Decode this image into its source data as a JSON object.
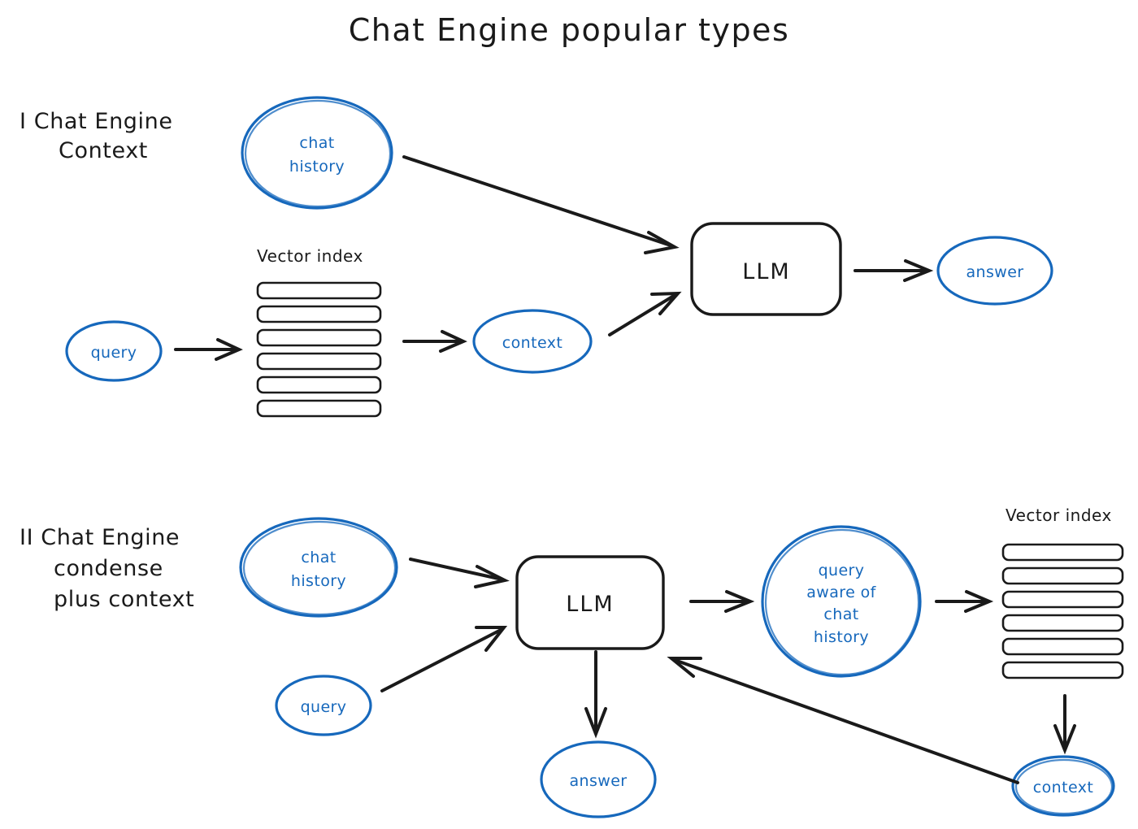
{
  "page": {
    "title": "Chat Engine popular types",
    "background_color": "#ffffff",
    "accent_blue": "#1668bc",
    "ink_black": "#1a1a1a"
  },
  "sections": [
    {
      "id": "section-1",
      "label_lines": [
        "I Chat Engine",
        "Context"
      ],
      "nodes": {
        "chat_history": "chat history",
        "chat_history_line1": "chat",
        "chat_history_line2": "history",
        "vector_index_caption": "Vector index",
        "vector_index_bar_count": 6,
        "query": "query",
        "context": "context",
        "llm": "LLM",
        "answer": "answer"
      },
      "edges": [
        {
          "from": "chat history",
          "to": "LLM"
        },
        {
          "from": "query",
          "to": "Vector index"
        },
        {
          "from": "Vector index",
          "to": "context"
        },
        {
          "from": "context",
          "to": "LLM"
        },
        {
          "from": "LLM",
          "to": "answer"
        }
      ]
    },
    {
      "id": "section-2",
      "label_lines": [
        "II Chat Engine",
        "condense",
        "plus context"
      ],
      "nodes": {
        "chat_history": "chat history",
        "chat_history_line1": "chat",
        "chat_history_line2": "history",
        "query": "query",
        "llm": "LLM",
        "answer": "answer",
        "query_aware_lines": [
          "query",
          "aware of",
          "chat",
          "history"
        ],
        "vector_index_caption": "Vector index",
        "vector_index_bar_count": 6,
        "context": "context"
      },
      "edges": [
        {
          "from": "chat history",
          "to": "LLM"
        },
        {
          "from": "query",
          "to": "LLM"
        },
        {
          "from": "LLM",
          "to": "query aware of chat history"
        },
        {
          "from": "query aware of chat history",
          "to": "Vector index"
        },
        {
          "from": "Vector index",
          "to": "context"
        },
        {
          "from": "context",
          "to": "LLM"
        },
        {
          "from": "LLM",
          "to": "answer"
        }
      ]
    }
  ]
}
